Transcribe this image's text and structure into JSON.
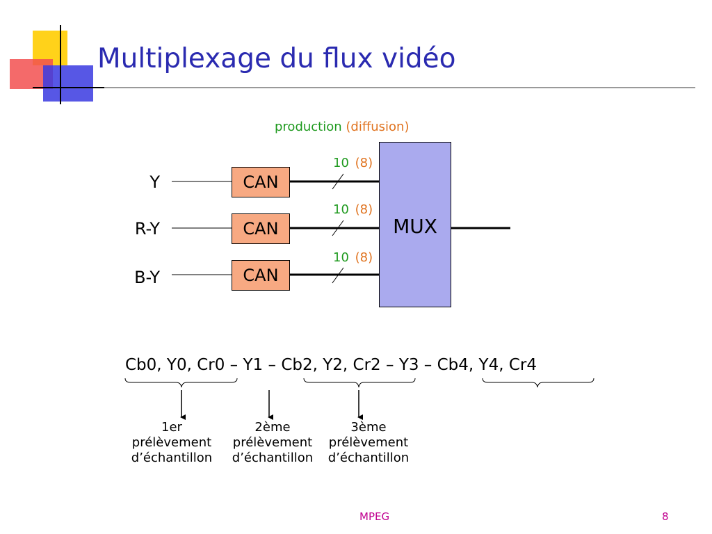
{
  "slide": {
    "title": "Multiplexage du flux vidéo",
    "legend": {
      "production": "production",
      "diffusion": "(diffusion)"
    },
    "inputs": [
      {
        "label": "Y",
        "converter": "CAN",
        "bits": "10",
        "bits_alt": "(8)"
      },
      {
        "label": "R-Y",
        "converter": "CAN",
        "bits": "10",
        "bits_alt": "(8)"
      },
      {
        "label": "B-Y",
        "converter": "CAN",
        "bits": "10",
        "bits_alt": "(8)"
      }
    ],
    "mux_label": "MUX",
    "sequence": {
      "g1": "Cb0, Y0, Cr0",
      "sep1": " – ",
      "y1": "Y1",
      "sep2": " – ",
      "g2": "Cb2, Y2, Cr2",
      "sep3": " – ",
      "y3": "Y3",
      "sep4": " – ",
      "g3": "Cb4, Y4, Cr4"
    },
    "samples": [
      {
        "line1": "1er",
        "line2": "prélèvement",
        "line3": "d’échantillon"
      },
      {
        "line1": "2ème",
        "line2": "prélèvement",
        "line3": "d’échantillon"
      },
      {
        "line1": "3ème",
        "line2": "prélèvement",
        "line3": "d’échantillon"
      }
    ],
    "footer": {
      "center": "MPEG",
      "page": "8"
    },
    "colors": {
      "title": "#2a2ab0",
      "production": "#1f9a1f",
      "diffusion": "#e0731f",
      "can_fill": "#f7a982",
      "mux_fill": "#aaaaee",
      "footer": "#c0008f"
    }
  }
}
